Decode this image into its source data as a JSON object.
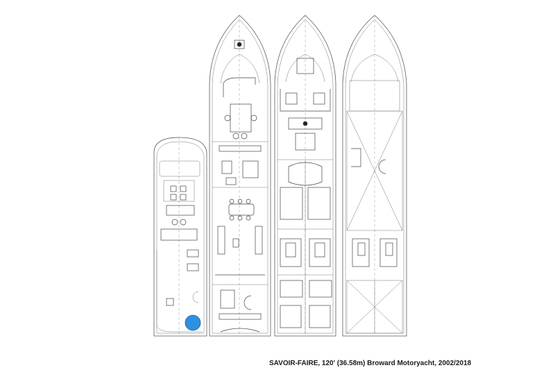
{
  "caption": "SAVOIR-FAIRE, 120' (36.58m) Broward Motoryacht, 2002/2018",
  "colors": {
    "line": "#5a5a5a",
    "pool": "#2f8fe0",
    "background": "#ffffff"
  },
  "plans": [
    "sun-deck",
    "main-deck",
    "lower-deck",
    "profile-roof"
  ]
}
